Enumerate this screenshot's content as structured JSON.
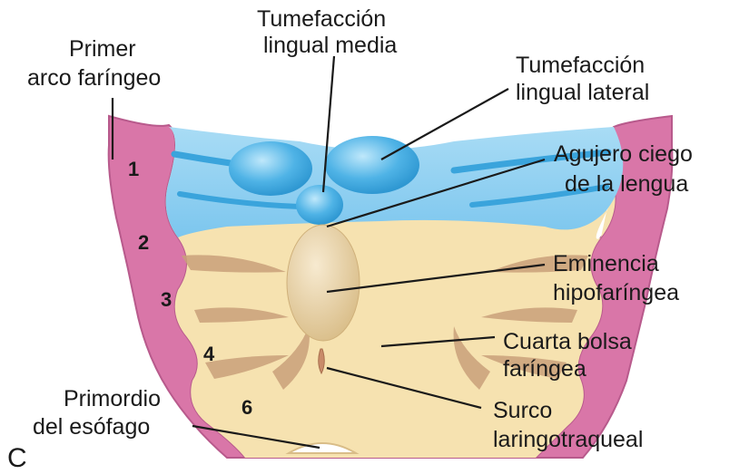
{
  "panel_letter": "C",
  "labels": {
    "primer_arco": [
      "Primer",
      "arco faríngeo"
    ],
    "tumefaccion_media": [
      "Tumefacción",
      "lingual media"
    ],
    "tumefaccion_lateral": [
      "Tumefacción",
      "lingual lateral"
    ],
    "agujero_ciego": [
      "Agujero ciego",
      "de la lengua"
    ],
    "eminencia": [
      "Eminencia",
      "hipofaríngea"
    ],
    "cuarta_bolsa": [
      "Cuarta bolsa",
      "faríngea"
    ],
    "surco": [
      "Surco",
      "laringotraqueal"
    ],
    "primordio": [
      "Primordio",
      "del esófago"
    ]
  },
  "arch_numbers": [
    "1",
    "2",
    "3",
    "4",
    "6"
  ],
  "colors": {
    "arch_pink": "#d976a8",
    "arch_outline": "#b85a8c",
    "tongue_blue": "#8fd0f0",
    "swelling_blue": "#4fb3e6",
    "floor_cream": "#f6e2b0",
    "eminence": "#ead3a4",
    "groove_brown": "#c9a07a"
  }
}
